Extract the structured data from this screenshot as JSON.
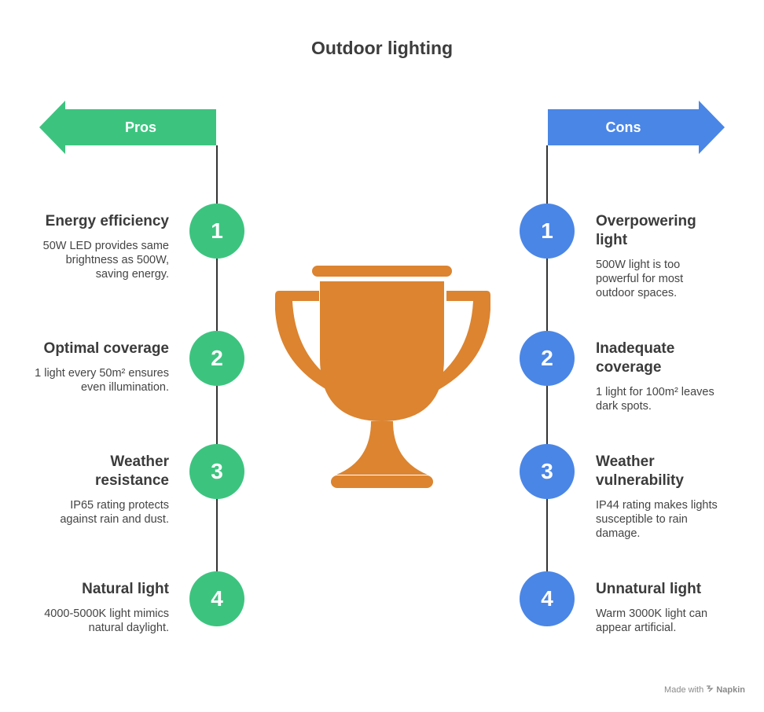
{
  "title": "Outdoor lighting",
  "colors": {
    "pros": "#3cc47f",
    "cons": "#4a86e6",
    "trophy": "#dc8430"
  },
  "pros": {
    "label": "Pros",
    "items": [
      {
        "number": "1",
        "title": "Energy efficiency",
        "desc": "50W LED provides same brightness as 500W, saving energy."
      },
      {
        "number": "2",
        "title": "Optimal coverage",
        "desc": "1 light every 50m² ensures even illumination."
      },
      {
        "number": "3",
        "title": "Weather resistance",
        "desc": "IP65 rating protects against rain and dust."
      },
      {
        "number": "4",
        "title": "Natural light",
        "desc": "4000-5000K light mimics natural daylight."
      }
    ]
  },
  "cons": {
    "label": "Cons",
    "items": [
      {
        "number": "1",
        "title": "Overpowering light",
        "desc": "500W light is too powerful for most outdoor spaces."
      },
      {
        "number": "2",
        "title": "Inadequate coverage",
        "desc": "1 light for 100m² leaves dark spots."
      },
      {
        "number": "3",
        "title": "Weather vulnerability",
        "desc": "IP44 rating makes lights susceptible to rain damage."
      },
      {
        "number": "4",
        "title": "Unnatural light",
        "desc": "Warm 3000K light can appear artificial."
      }
    ]
  },
  "footer": {
    "made_with": "Made with",
    "brand": "Napkin"
  },
  "icons": {
    "center": "trophy-icon",
    "brand": "napkin-logo-icon"
  }
}
